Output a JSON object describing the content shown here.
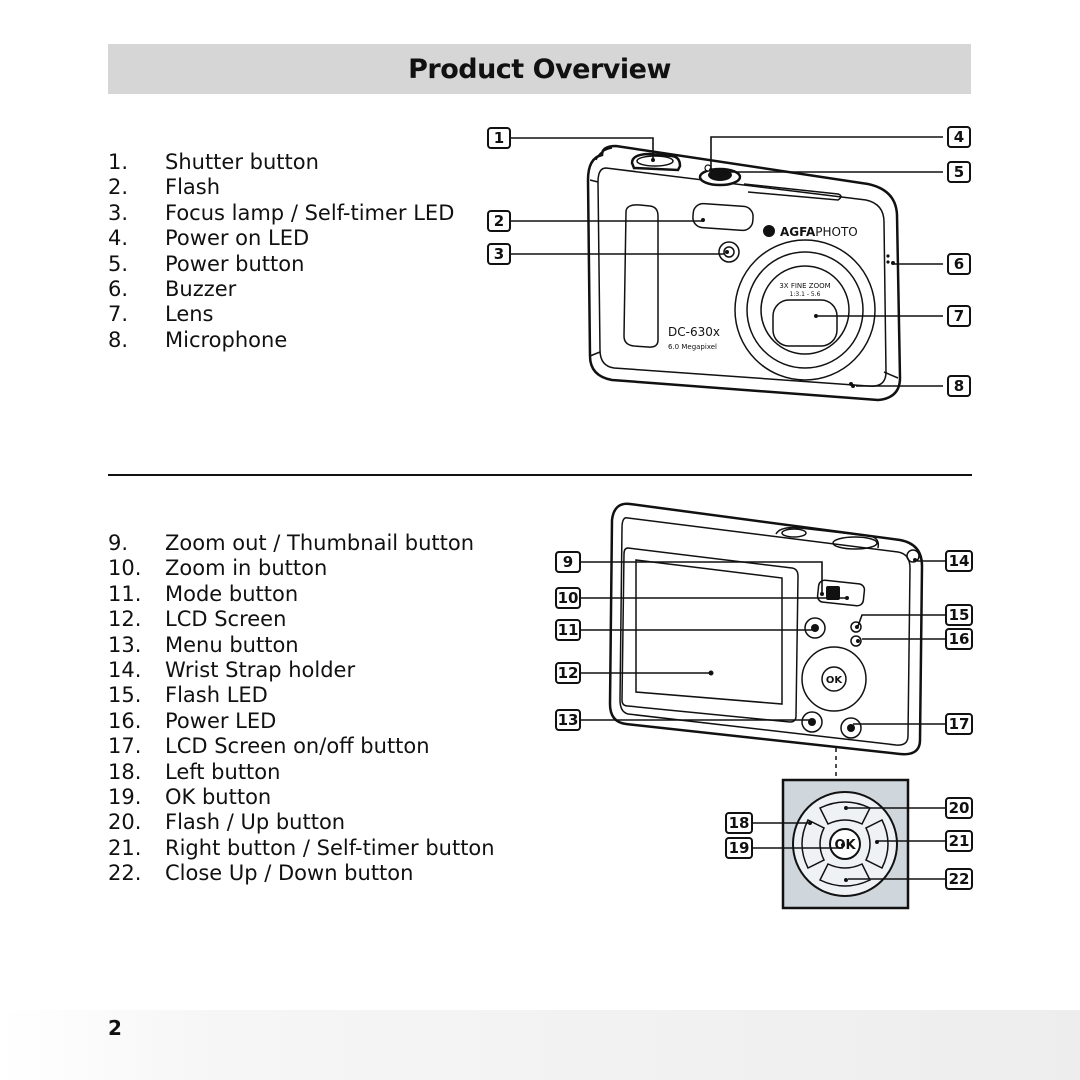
{
  "page": {
    "title": "Product Overview",
    "page_number": "2"
  },
  "front_view": {
    "items": [
      {
        "num": "1.",
        "label": "Shutter button"
      },
      {
        "num": "2.",
        "label": "Flash"
      },
      {
        "num": "3.",
        "label": "Focus lamp / Self-timer LED"
      },
      {
        "num": "4.",
        "label": "Power on LED"
      },
      {
        "num": "5.",
        "label": "Power button"
      },
      {
        "num": "6.",
        "label": "Buzzer"
      },
      {
        "num": "7.",
        "label": "Lens"
      },
      {
        "num": "8.",
        "label": "Microphone"
      }
    ],
    "callouts": [
      "1",
      "2",
      "3",
      "4",
      "5",
      "6",
      "7",
      "8"
    ],
    "camera_brand_left": "AGFA",
    "camera_brand_right": "PHOTO",
    "camera_model": "DC-630x",
    "camera_megapixel": "6.0 Megapixel",
    "lens_ring_text": "3X FINE ZOOM",
    "lens_ring_subtext": "1:3.1 - 5.6"
  },
  "back_view": {
    "items": [
      {
        "num": "9.",
        "label": "Zoom out / Thumbnail button"
      },
      {
        "num": "10.",
        "label": "Zoom in button"
      },
      {
        "num": "11.",
        "label": "Mode button"
      },
      {
        "num": "12.",
        "label": "LCD Screen"
      },
      {
        "num": "13.",
        "label": "Menu button"
      },
      {
        "num": "14.",
        "label": "Wrist Strap holder"
      },
      {
        "num": "15.",
        "label": "Flash LED"
      },
      {
        "num": "16.",
        "label": "Power LED"
      },
      {
        "num": "17.",
        "label": "LCD Screen on/off button"
      },
      {
        "num": "18.",
        "label": "Left button"
      },
      {
        "num": "19.",
        "label": "OK button"
      },
      {
        "num": "20.",
        "label": "Flash / Up button"
      },
      {
        "num": "21.",
        "label": "Right button / Self-timer button"
      },
      {
        "num": "22.",
        "label": "Close Up / Down button"
      }
    ],
    "callouts": [
      "9",
      "10",
      "11",
      "12",
      "13",
      "14",
      "15",
      "16",
      "17",
      "18",
      "19",
      "20",
      "21",
      "22"
    ],
    "ok_label": "OK"
  }
}
